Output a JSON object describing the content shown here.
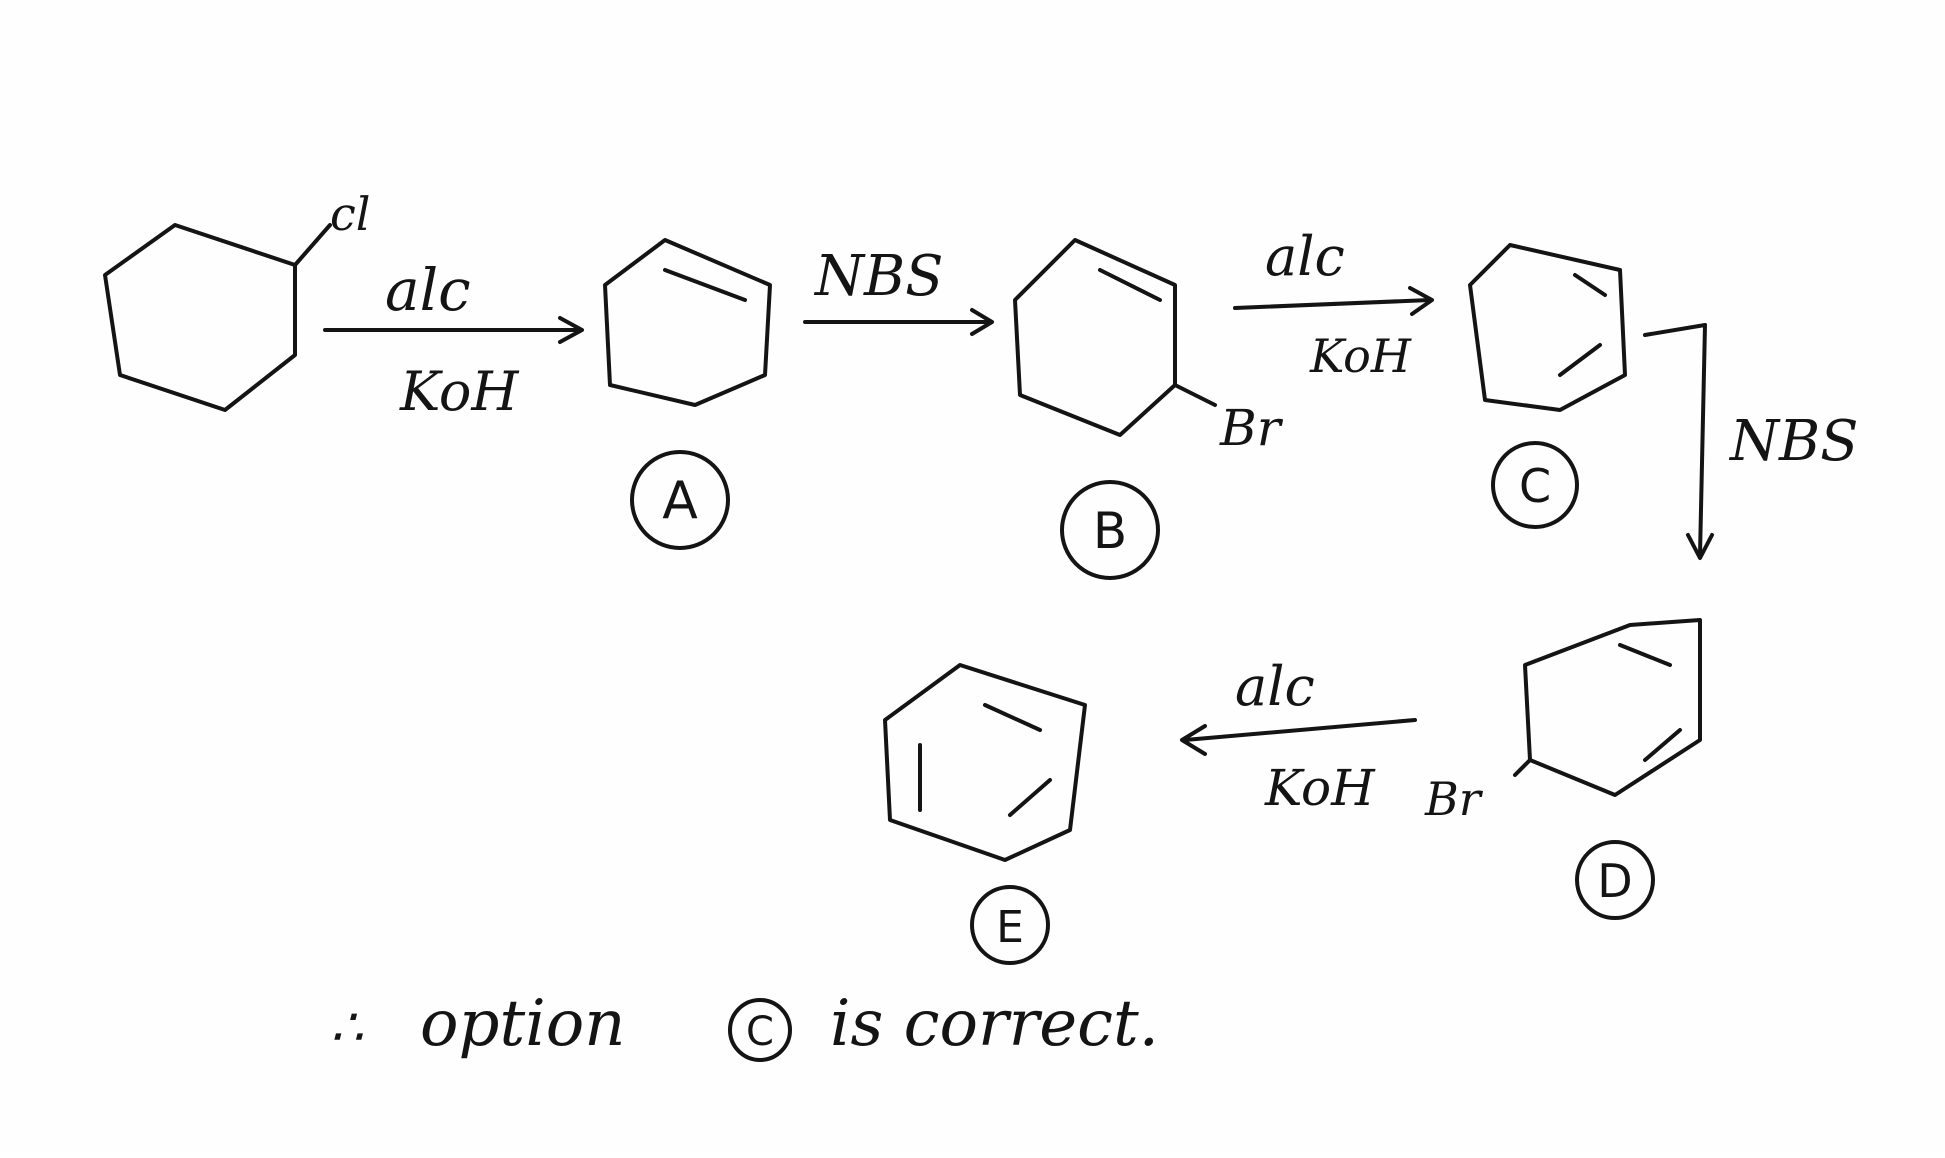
{
  "colors": {
    "paper": "#fefefe",
    "ink": "#141414"
  },
  "reactions": {
    "start": {
      "substituent": "cl"
    },
    "step1": {
      "reagent_top": "alc",
      "reagent_bottom": "KoH"
    },
    "step2": {
      "reagent_top": "NBS"
    },
    "step3": {
      "reagent_top": "alc",
      "reagent_bottom": "KoH"
    },
    "step4": {
      "reagent_top": "NBS"
    },
    "step5": {
      "reagent_top": "alc",
      "reagent_bottom": "KoH"
    }
  },
  "compounds": {
    "A": {
      "label": "A"
    },
    "B": {
      "label": "B",
      "substituent": "Br"
    },
    "C": {
      "label": "C"
    },
    "D": {
      "label": "D",
      "substituent": "Br"
    },
    "E": {
      "label": "E"
    }
  },
  "conclusion": {
    "therefore": "∴",
    "text_before": "option",
    "answer": "C",
    "text_after": "is correct."
  }
}
